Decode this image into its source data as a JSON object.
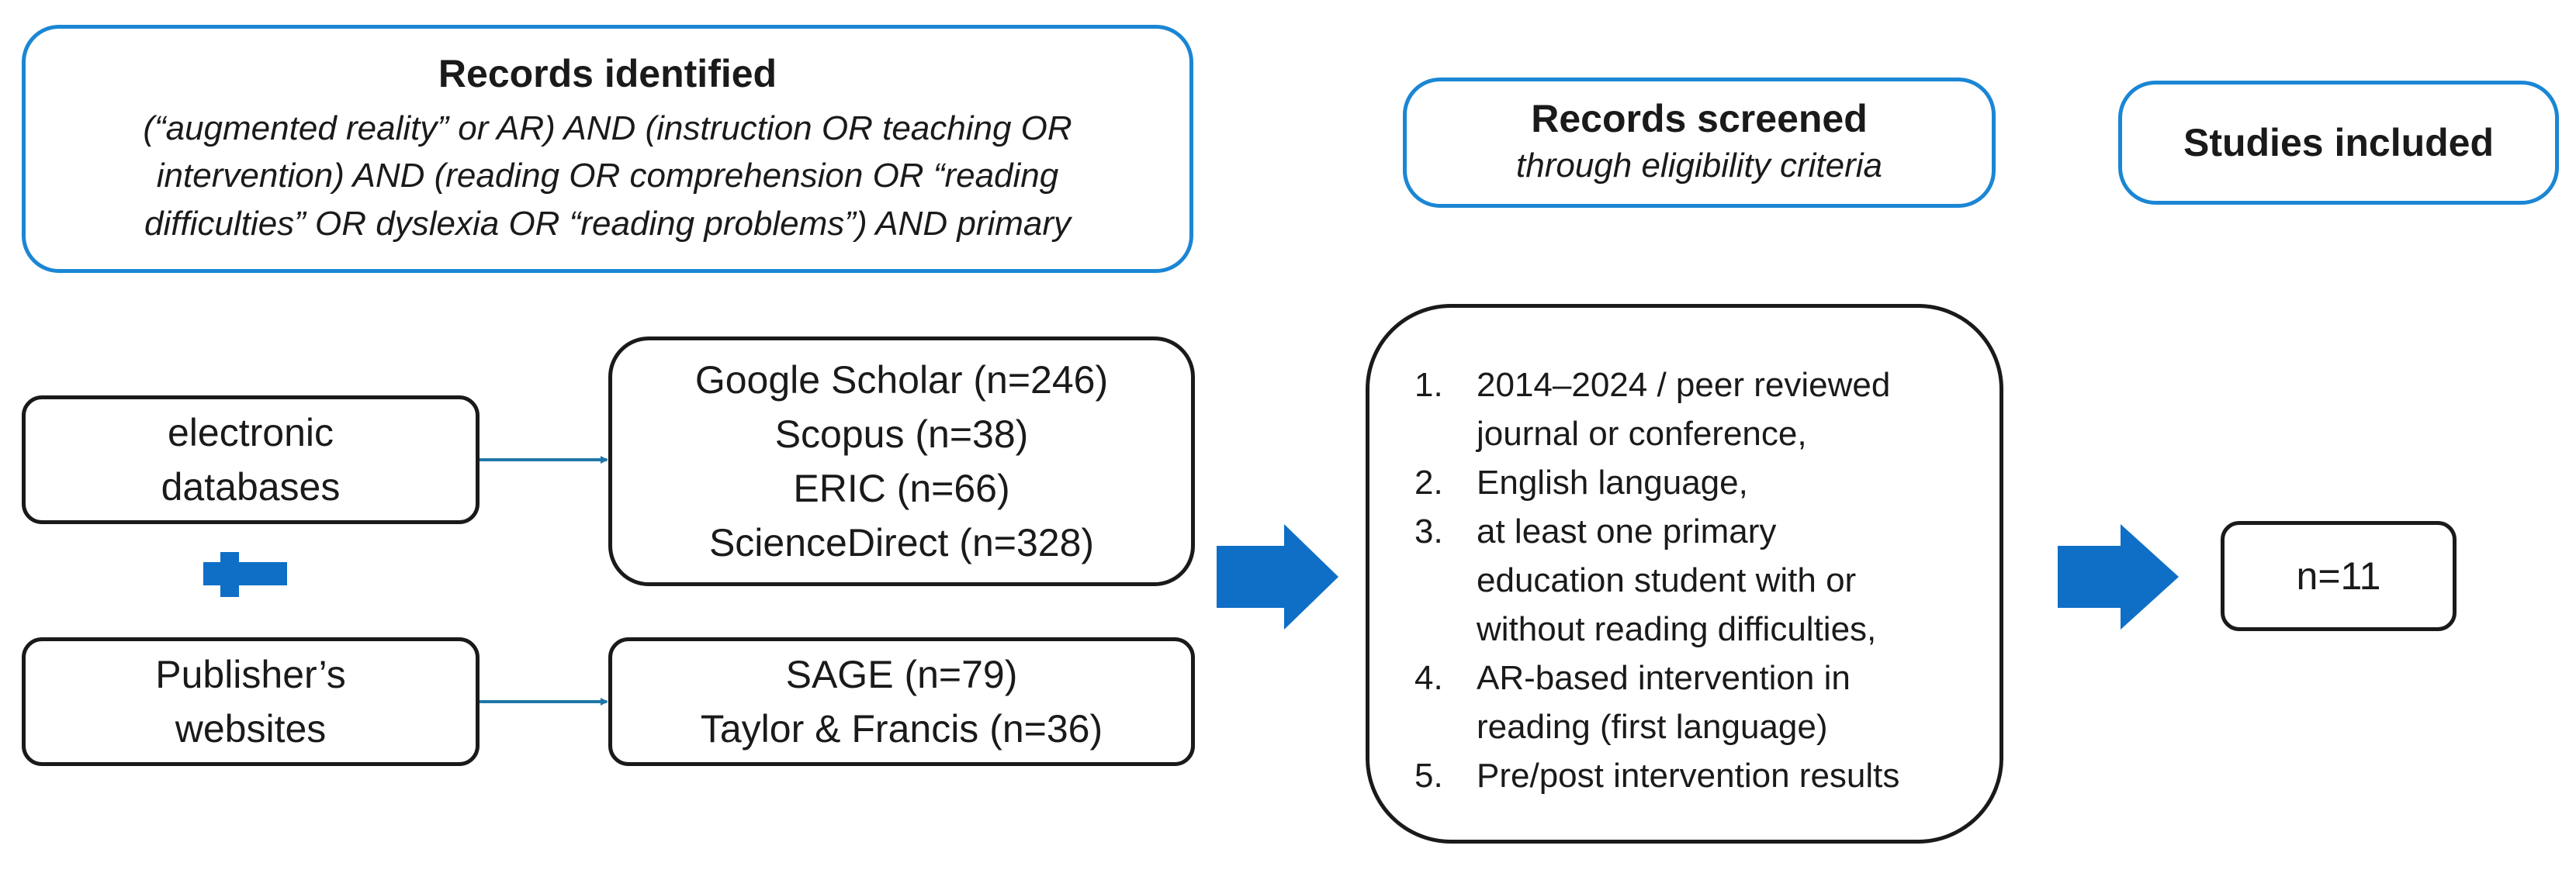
{
  "identified": {
    "title": "Records identified",
    "lines": [
      "(“augmented reality” or AR) AND (instruction OR teaching OR",
      "intervention) AND (reading OR comprehension OR “reading",
      "difficulties” OR dyslexia OR “reading problems”) AND primary"
    ]
  },
  "screened": {
    "title": "Records screened",
    "subtitle": "through eligibility criteria"
  },
  "included": {
    "title": "Studies included"
  },
  "sources": {
    "electronic": [
      "electronic",
      "databases"
    ],
    "publisher": [
      "Publisher’s",
      "websites"
    ]
  },
  "databases": [
    "Google Scholar (n=246)",
    "Scopus (n=38)",
    "ERIC (n=66)",
    "ScienceDirect (n=328)"
  ],
  "websites": [
    "SAGE (n=79)",
    "Taylor & Francis (n=36)"
  ],
  "criteria": [
    {
      "num": "1.",
      "lines": [
        "2014–2024 / peer reviewed",
        "journal or conference,"
      ]
    },
    {
      "num": "2.",
      "lines": [
        "English language,"
      ]
    },
    {
      "num": "3.",
      "lines": [
        "at least one primary",
        "education student with or",
        "without reading difficulties,"
      ]
    },
    {
      "num": "4.",
      "lines": [
        "AR-based intervention in",
        "reading (first language)"
      ]
    },
    {
      "num": "5.",
      "lines": [
        "Pre/post intervention results"
      ]
    }
  ],
  "result": "n=11",
  "colors": {
    "accent": "#1b86d4",
    "arrow": "#0f6fc6",
    "connector": "#1f77a8",
    "border": "#1a1a1a"
  }
}
